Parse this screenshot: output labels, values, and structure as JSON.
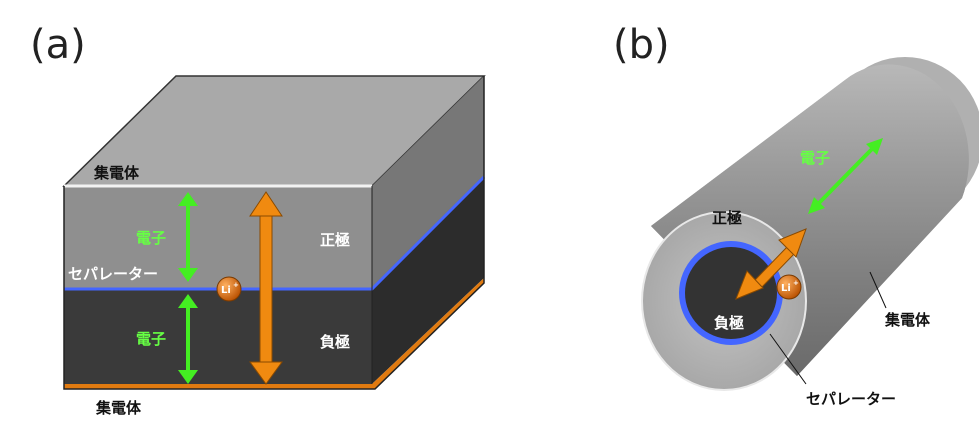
{
  "panel_a": {
    "label": "(a)",
    "collector_top": "集電体",
    "cathode": "正極",
    "separator": "セパレーター",
    "anode": "負極",
    "collector_bottom": "集電体",
    "electron_upper": "電子",
    "electron_lower": "電子",
    "ion": "Li",
    "ion_sup": "+"
  },
  "panel_b": {
    "label": "(b)",
    "electron": "電子",
    "cathode": "正極",
    "anode": "負極",
    "ion": "Li",
    "ion_sup": "+",
    "collector": "集電体",
    "separator": "セパレーター"
  },
  "colors": {
    "electron_arrow": "#44ee22",
    "ion_arrow": "#f08a10",
    "separator": "#4466ff",
    "bottom_collector": "#e07a10"
  }
}
